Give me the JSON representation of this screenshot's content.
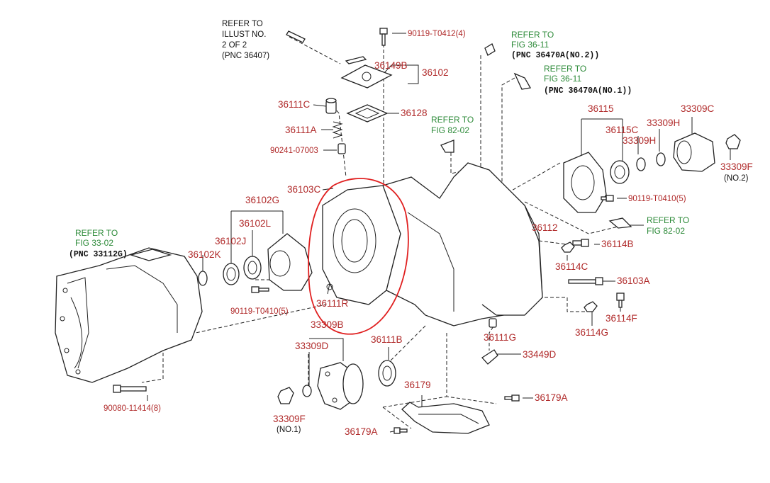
{
  "notes": {
    "illust_ref": [
      "REFER TO",
      "ILLUST NO.",
      "2 OF 2",
      "(PNC 36407)"
    ],
    "fig36_no2": {
      "l1": "REFER TO",
      "l2": "FIG 36-11",
      "l3": "(PNC 36470A(NO.2))"
    },
    "fig36_no1": {
      "l1": "REFER TO",
      "l2": "FIG 36-11",
      "l3": "(PNC 36470A(NO.1))"
    },
    "fig82_top": {
      "l1": "REFER TO",
      "l2": "FIG 82-02"
    },
    "fig82_right": {
      "l1": "REFER TO",
      "l2": "FIG 82-02"
    },
    "fig33": {
      "l1": "REFER TO",
      "l2": "FIG 33-02",
      "l3": "(PNC 33112G)"
    }
  },
  "labels": {
    "p90119_t0412": "90119-T0412(4)",
    "p36149b": "36149B",
    "p36102": "36102",
    "p36128": "36128",
    "p36111c": "36111C",
    "p36111a": "36111A",
    "p90241": "90241-07003",
    "p36103c": "36103C",
    "p36102g": "36102G",
    "p36102l": "36102L",
    "p36102j": "36102J",
    "p36102k": "36102K",
    "p90119_t0410_left": "90119-T0410(5)",
    "p36111r": "36111R",
    "p33309b": "33309B",
    "p33309d": "33309D",
    "p36111b": "36111B",
    "p36179": "36179",
    "p36179a_right": "36179A",
    "p36179a_left": "36179A",
    "p33309f_no1": "33309F",
    "no1": "(NO.1)",
    "p90080": "90080-11414(8)",
    "p36111g": "36111G",
    "p33449d": "33449D",
    "p36112": "36112",
    "p36114b": "36114B",
    "p36114c": "36114C",
    "p36103a": "36103A",
    "p36114f": "36114F",
    "p36114g": "36114G",
    "p36115": "36115",
    "p36115c": "36115C",
    "p33309h_a": "33309H",
    "p33309h_b": "33309H",
    "p33309c": "33309C",
    "p33309f_no2": "33309F",
    "no2": "(NO.2)",
    "p90119_t0410_right": "90119-T0410(5)"
  },
  "colors": {
    "part_label": "#b02a2a",
    "reference": "#2e8b3a",
    "highlight_circle": "#e02020",
    "line": "#222222"
  }
}
